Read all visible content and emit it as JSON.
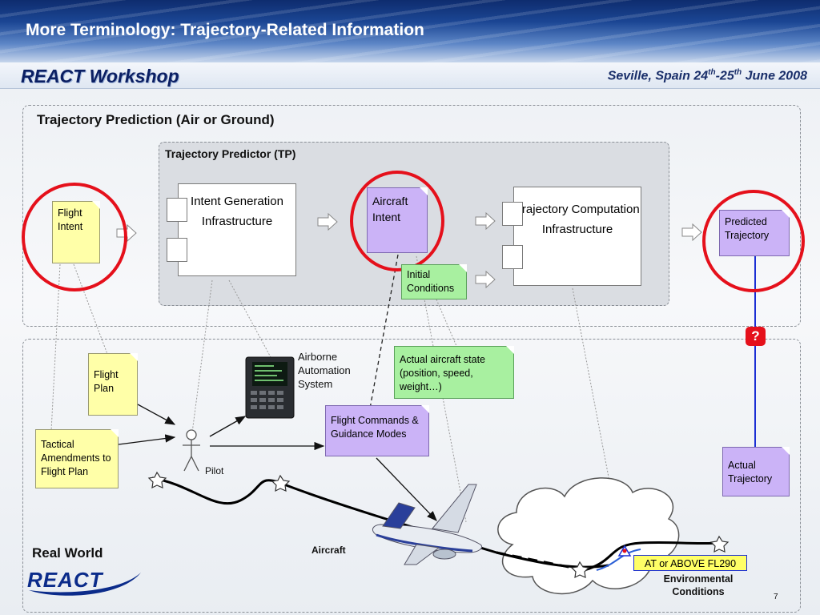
{
  "header": {
    "title": "More Terminology: Trajectory-Related Information",
    "workshop": "REACT  Workshop",
    "venue_prefix": "Seville, Spain 24",
    "venue_sup1": "th",
    "venue_mid": "-25",
    "venue_sup2": "th",
    "venue_suffix": " June 2008"
  },
  "prediction_box": {
    "label": "Trajectory Prediction (Air or Ground)",
    "tp_label": "Trajectory Predictor (TP)"
  },
  "nodes": {
    "flight_intent": "Flight Intent",
    "intent_generation": "Intent Generation Infrastructure",
    "aircraft_intent": "Aircraft Intent",
    "initial_conditions": "Initial Conditions",
    "trajectory_computation": "Trajectory Computation Infrastructure",
    "predicted_trajectory": "Predicted Trajectory",
    "question": "?"
  },
  "real_world": {
    "label": "Real World",
    "flight_plan": "Flight Plan",
    "tactical_amendments": "Tactical Amendments to Flight Plan",
    "airborne_automation": "Airborne Automation System",
    "actual_state": "Actual aircraft state (position, speed, weight…)",
    "flight_commands": "Flight Commands & Guidance Modes",
    "pilot": "Pilot",
    "aircraft": "Aircraft",
    "actual_trajectory": "Actual Trajectory",
    "constraint": "AT or ABOVE FL290",
    "environment": "Environmental Conditions"
  },
  "footer": {
    "logo": "REACT",
    "page_number": "7"
  },
  "colors": {
    "highlight_circle": "#e5101b",
    "title_navy": "#0b1f63",
    "note_yellow": "#ffffa8",
    "note_purple": "#cbb3f7",
    "note_green": "#a8f0a0"
  }
}
